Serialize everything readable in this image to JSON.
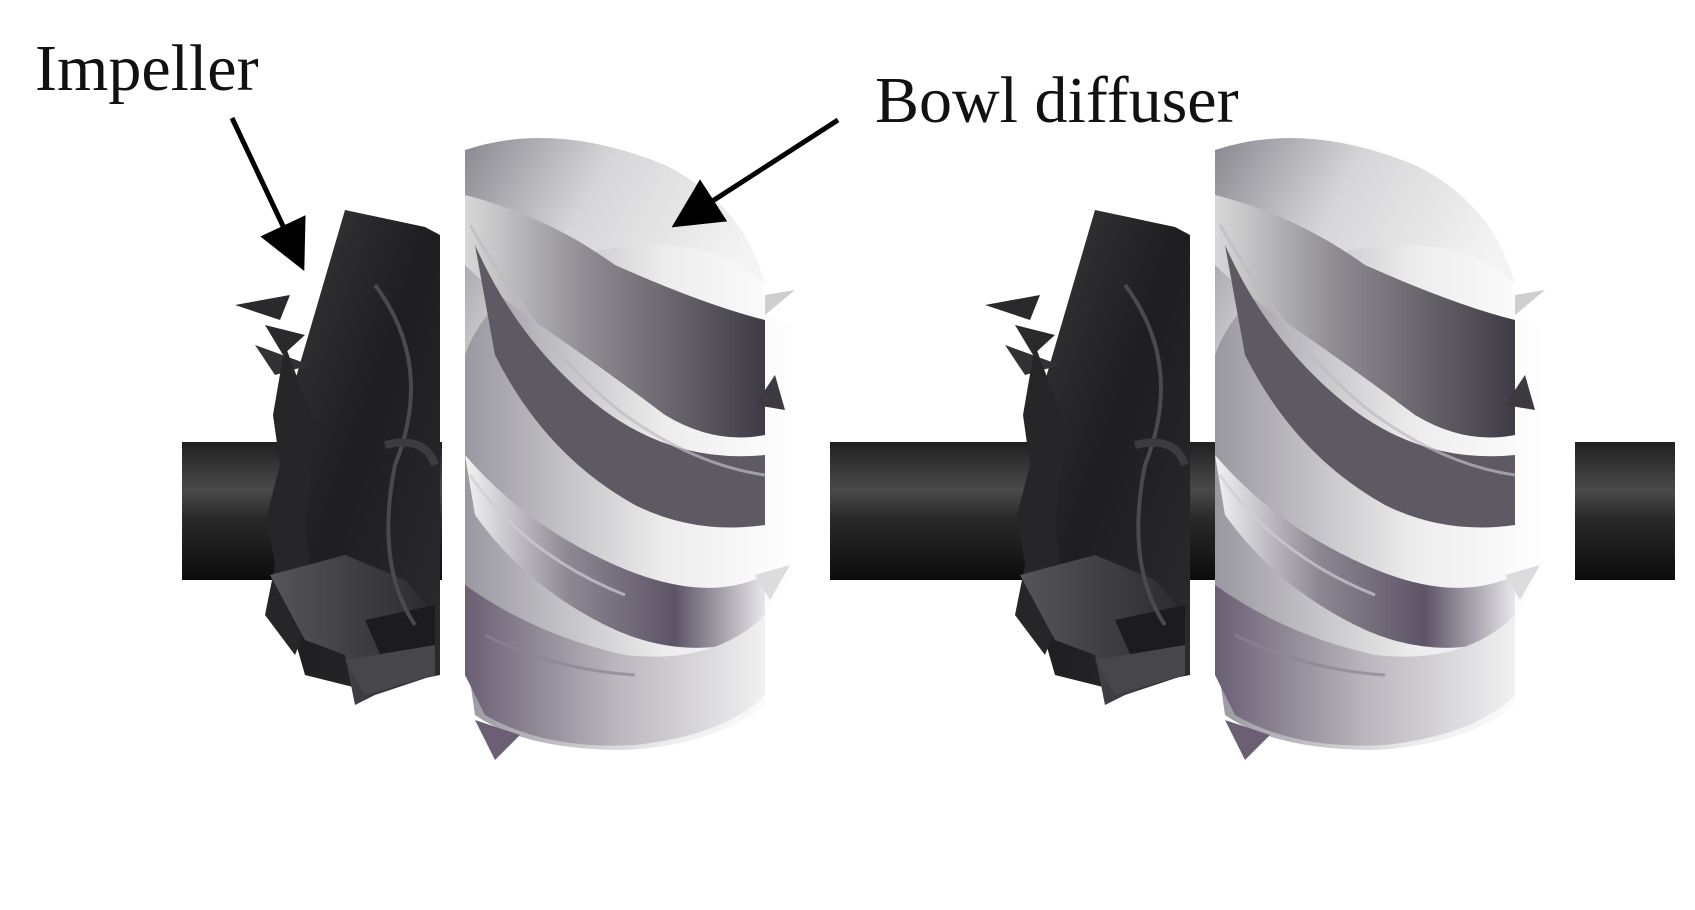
{
  "figure": {
    "labels": {
      "impeller": "Impeller",
      "bowl_diffuser": "Bowl diffuser"
    },
    "components": [
      {
        "type": "shaft",
        "stages": 2
      },
      {
        "type": "impeller",
        "stage": 1
      },
      {
        "type": "bowl-diffuser",
        "stage": 1
      },
      {
        "type": "impeller",
        "stage": 2
      },
      {
        "type": "bowl-diffuser",
        "stage": 2
      }
    ],
    "colors": {
      "shaft": "#1a1a1a",
      "impeller": "#2a2a2c",
      "diffuser_light": "#ececec",
      "diffuser_dark": "#4a4650",
      "diffuser_tint": "#6b5f72",
      "arrow": "#000000"
    }
  }
}
